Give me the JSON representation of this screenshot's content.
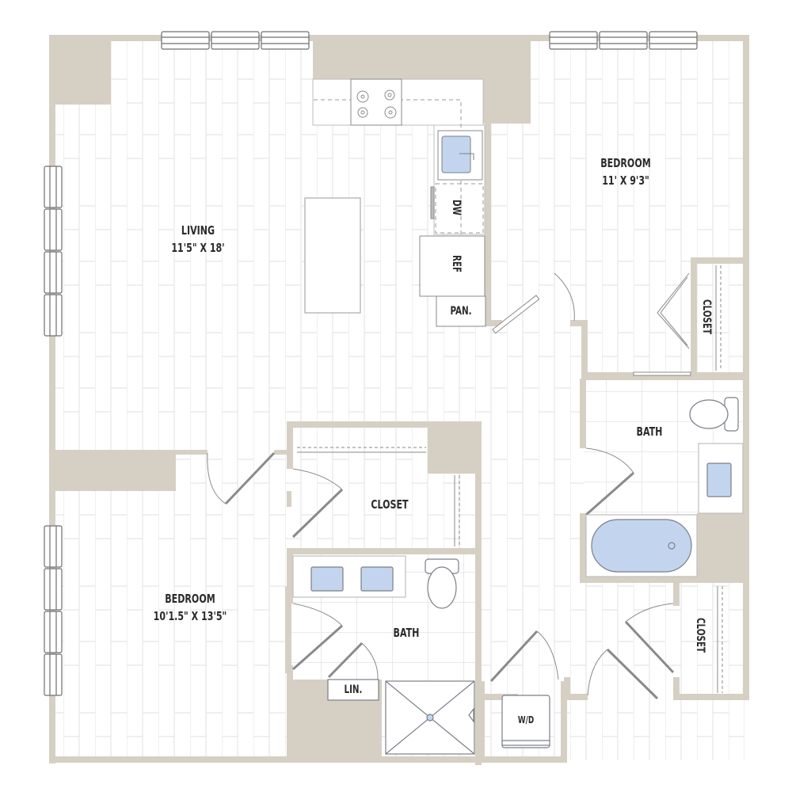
{
  "floor_plan": {
    "colors": {
      "wall": "#d6d0c4",
      "floor_line": "#e6e6e6",
      "fixture_fill": "#c3d5ee",
      "fixture_stroke": "#7a7f88",
      "text": "#2b2b2b"
    },
    "rooms": {
      "living": {
        "name": "LIVING",
        "dims": "11'5\" X 18'"
      },
      "bedroom_1": {
        "name": "BEDROOM",
        "dims": "11' X 9'3\""
      },
      "bedroom_2": {
        "name": "BEDROOM",
        "dims": "10'1.5\" X 13'5\""
      },
      "closet_center": {
        "name": "CLOSET"
      },
      "closet_bed1": {
        "name": "CLOSET"
      },
      "closet_hall": {
        "name": "CLOSET"
      },
      "bath_1": {
        "name": "BATH"
      },
      "bath_2": {
        "name": "BATH"
      }
    },
    "fixtures": {
      "dishwasher": "DW",
      "refrigerator": "REF",
      "pantry": "PAN.",
      "linen": "LIN.",
      "washer_dryer": "W/D"
    }
  }
}
